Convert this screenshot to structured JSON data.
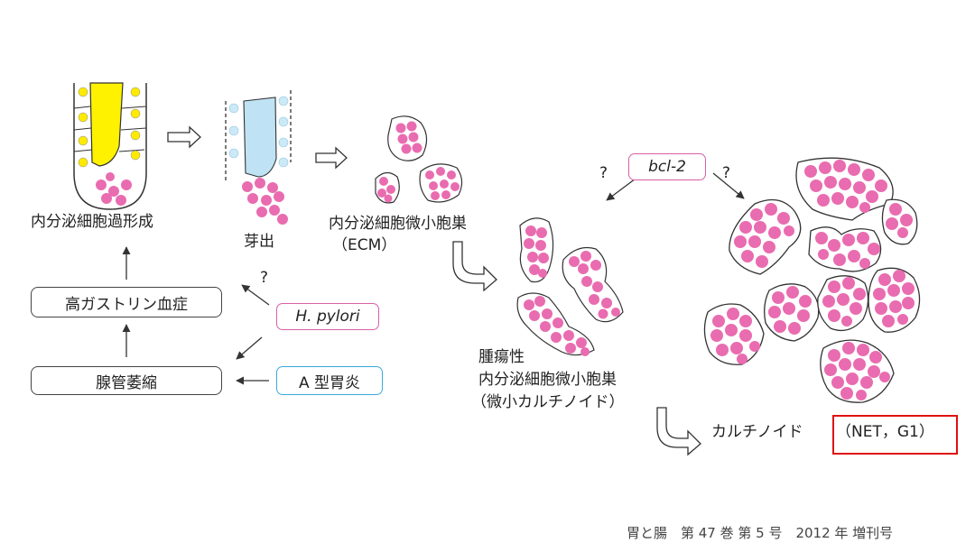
{
  "stages": {
    "hyperplasia": "内分泌細胞過形成",
    "budding": "芽出",
    "micronest": "内分泌細胞微小胞巣",
    "micronest_sub": "（ECM）",
    "tumorous_l1": "腫瘍性",
    "tumorous_l2": "内分泌細胞微小胞巣",
    "tumorous_l3": "（微小カルチノイド）",
    "carcinoid": "カルチノイド",
    "carcinoid_grade": "（NET，G1）"
  },
  "boxes": {
    "hypergastrinemia": "高ガストリン血症",
    "atrophy": "腺管萎縮"
  },
  "factors": {
    "hpylori": "H. pylori",
    "type_a": "A 型胃炎",
    "bcl2": "bcl-2"
  },
  "question_mark": "?",
  "footer": "胃と腸　第 47 巻 第 5 号　2012 年 増刊号",
  "colors": {
    "pink_cell": "#e96cb0",
    "yellow_cell": "#ffea00",
    "light_blue": "#bfe3f4",
    "highlight": "#e01010"
  }
}
